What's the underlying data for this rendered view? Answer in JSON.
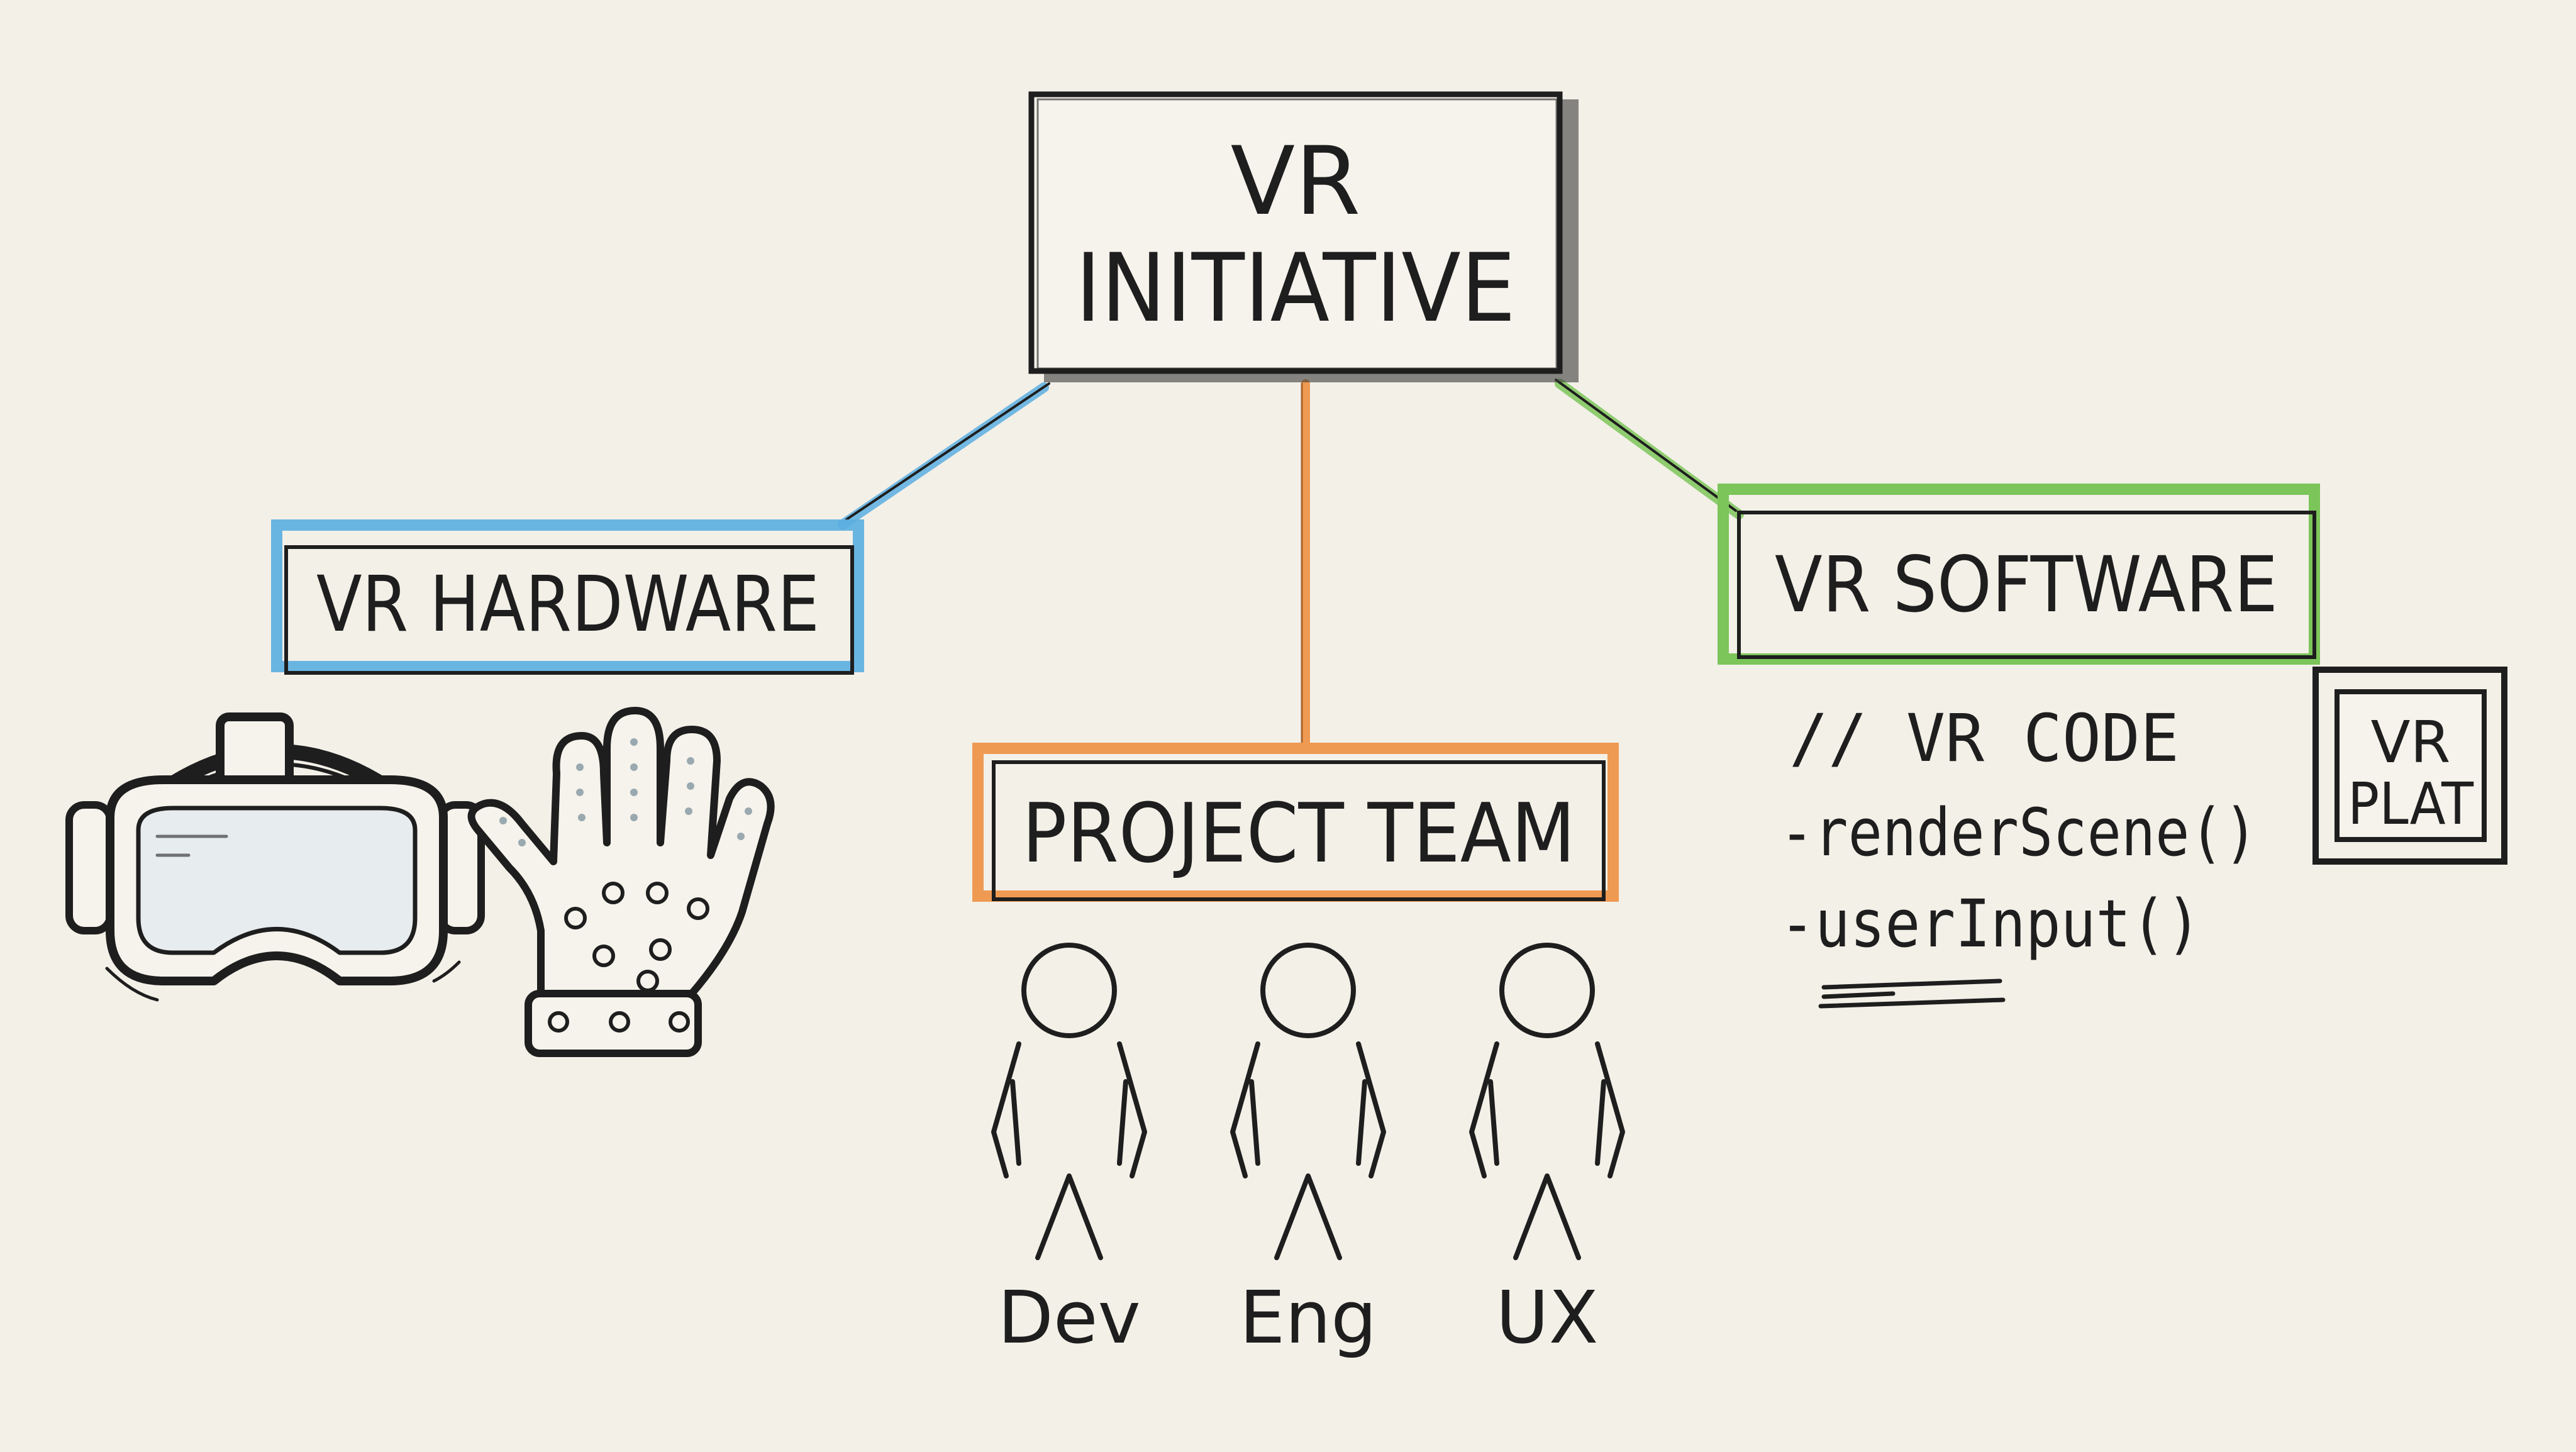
{
  "colors": {
    "background": "#f3f0e8",
    "ink": "#1e1e1e",
    "hardware": "#5aaee0",
    "team": "#ee9a52",
    "software": "#7cc55a"
  },
  "root": {
    "line1": "VR",
    "line2": "INITIATIVE"
  },
  "hardware": {
    "label": "VR HARDWARE",
    "icons": [
      "vr-headset-icon",
      "haptic-glove-icon"
    ]
  },
  "team": {
    "label": "PROJECT TEAM",
    "members": [
      {
        "role": "Dev",
        "icon": "person-icon"
      },
      {
        "role": "Eng",
        "icon": "person-icon"
      },
      {
        "role": "UX",
        "icon": "person-icon"
      }
    ]
  },
  "software": {
    "label": "VR SOFTWARE",
    "code": {
      "comment": "// VR CODE",
      "lines": [
        "-renderScene()",
        "-userInput()"
      ]
    },
    "platform": {
      "line1": "VR",
      "line2": "PLAT"
    }
  }
}
